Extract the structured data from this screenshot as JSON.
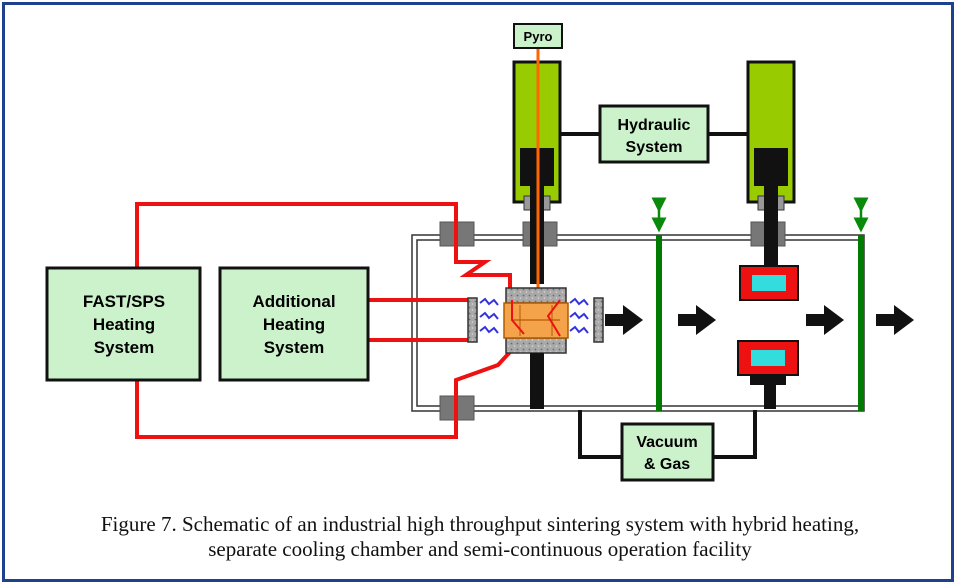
{
  "labels": {
    "pyro": "Pyro",
    "hydraulic": [
      "Hydraulic",
      "System"
    ],
    "fast_sps": [
      "FAST/SPS",
      "Heating",
      "System"
    ],
    "additional": [
      "Additional",
      "Heating",
      "System"
    ],
    "vacuum": [
      "Vacuum",
      "& Gas"
    ]
  },
  "caption": {
    "line1": "Figure 7. Schematic of an industrial high throughput sintering system with hybrid heating,",
    "line2": "separate cooling chamber and semi-continuous operation facility"
  },
  "colors": {
    "box_fill": "#ccf2cc",
    "cylinder": "#99cc00",
    "wire": "#ee1111",
    "pyro_line": "#ff6600",
    "door": "#007a00",
    "sample": "#f5a34a",
    "cooling_plate": "#33dddd",
    "frame": "#1f3f8f"
  }
}
